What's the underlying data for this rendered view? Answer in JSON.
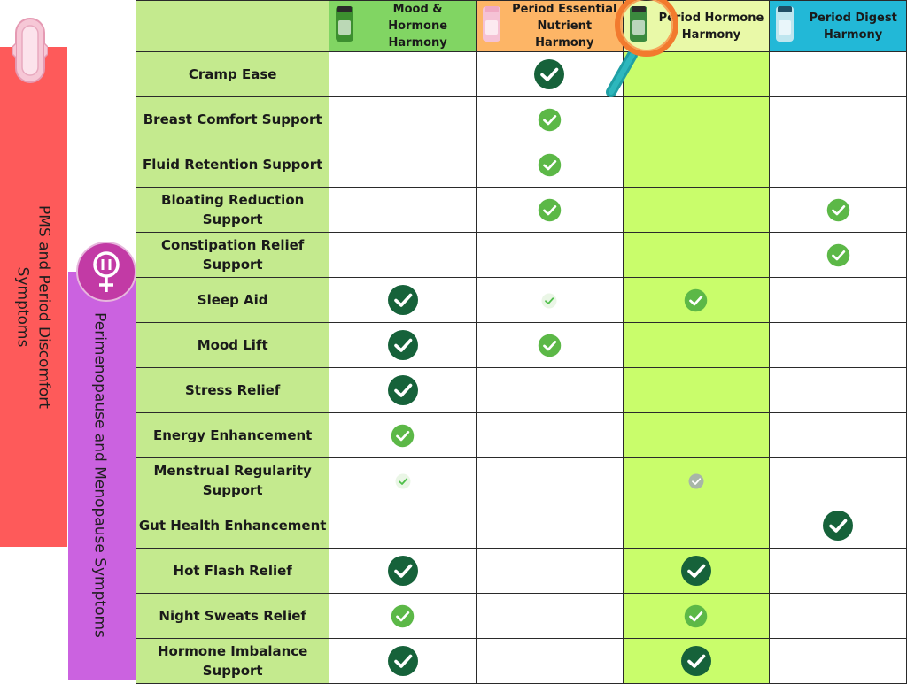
{
  "side_bands": {
    "pms_label": "PMS and Period Discomfort\nSymptoms",
    "peri_label": "Perimenopause and Menopause Symptoms"
  },
  "header": {
    "corner": "",
    "columns": [
      {
        "label": "Mood & Hormone Harmony",
        "color": "#81d563",
        "bottle_color": "#3c8f2f",
        "highlighted": false
      },
      {
        "label": "Period Essential Nutrient Harmony",
        "color": "#fdb566",
        "bottle_color": "#f5c2d5",
        "highlighted": false
      },
      {
        "label": "Period Hormone Harmony",
        "color": "#e9f9a8",
        "bottle_color": "#3b8a3e",
        "highlighted": true
      },
      {
        "label": "Period Digest Harmony",
        "color": "#22b8d7",
        "bottle_color": "#bfe6ef",
        "highlighted": false
      }
    ]
  },
  "rows": [
    {
      "label": "Cramp Ease",
      "marks": [
        "",
        "large",
        "",
        ""
      ]
    },
    {
      "label": "Breast Comfort Support",
      "marks": [
        "",
        "medium",
        "",
        ""
      ]
    },
    {
      "label": "Fluid Retention Support",
      "marks": [
        "",
        "medium",
        "",
        ""
      ]
    },
    {
      "label": "Bloating Reduction Support",
      "marks": [
        "",
        "medium",
        "",
        "medium"
      ]
    },
    {
      "label": "Constipation Relief Support",
      "marks": [
        "",
        "",
        "",
        "medium"
      ]
    },
    {
      "label": "Sleep Aid",
      "marks": [
        "large",
        "small",
        "medium",
        ""
      ]
    },
    {
      "label": "Mood Lift",
      "marks": [
        "large",
        "medium",
        "",
        ""
      ]
    },
    {
      "label": "Stress Relief",
      "marks": [
        "large",
        "",
        "",
        ""
      ]
    },
    {
      "label": "Energy Enhancement",
      "marks": [
        "medium",
        "",
        "",
        ""
      ]
    },
    {
      "label": "Menstrual Regularity Support",
      "marks": [
        "small",
        "",
        "faint",
        ""
      ]
    },
    {
      "label": "Gut Health Enhancement",
      "marks": [
        "",
        "",
        "",
        "large"
      ]
    },
    {
      "label": "Hot Flash Relief",
      "marks": [
        "large",
        "",
        "large",
        ""
      ]
    },
    {
      "label": "Night Sweats Relief",
      "marks": [
        "medium",
        "",
        "medium",
        ""
      ]
    },
    {
      "label": "Hormone Imbalance Support",
      "marks": [
        "large",
        "",
        "large",
        ""
      ]
    }
  ],
  "check_styles": {
    "large": {
      "fill": "#16623a"
    },
    "medium": {
      "fill": "#5cb847"
    },
    "small": {
      "fill": "#eaf6e6"
    },
    "faint": {
      "fill": "#a8b6a8"
    }
  },
  "icons": [
    "sanitary-pad-icon",
    "venus-symbol-icon",
    "magnifying-glass-icon",
    "check-icon"
  ]
}
